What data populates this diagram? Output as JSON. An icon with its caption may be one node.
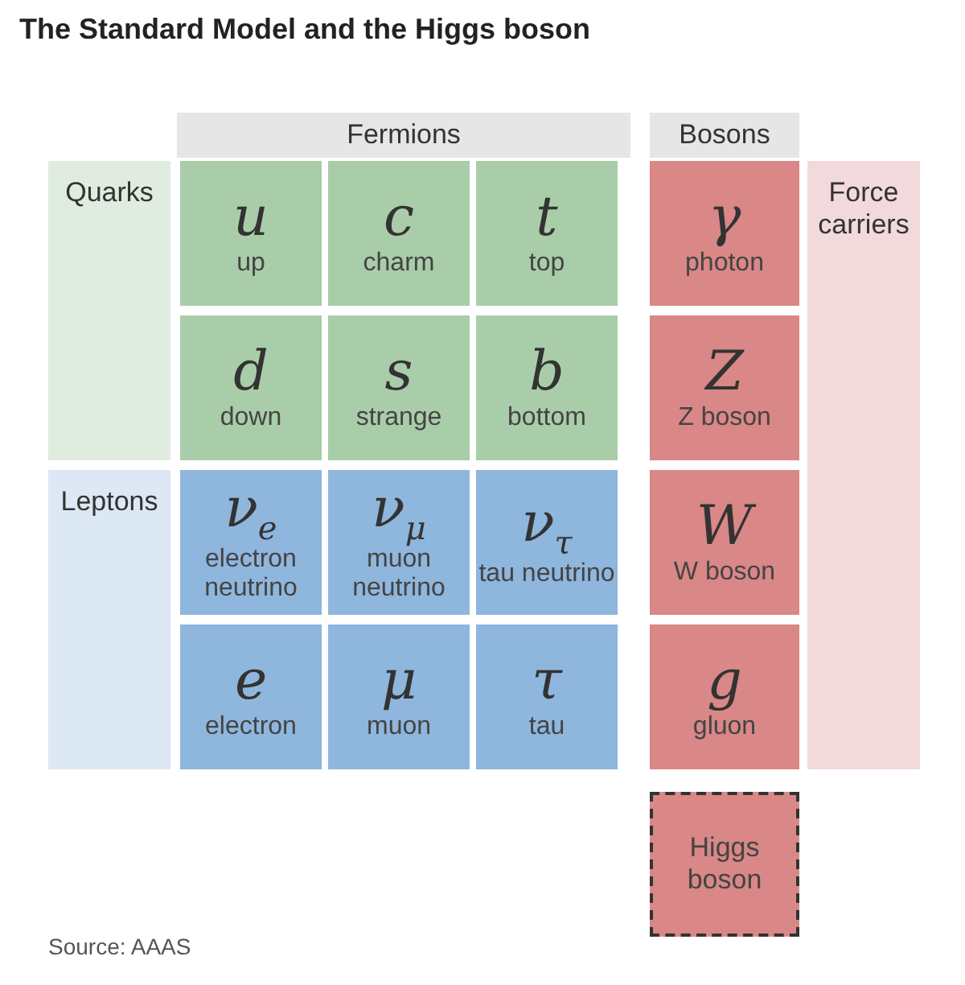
{
  "diagram": {
    "title": "The Standard Model and the Higgs boson",
    "caption": "Source: AAAS",
    "nodes": [
      {
        "text": [
          "Fermions"
        ]
      },
      {
        "text": [
          "Bosons"
        ]
      },
      {
        "text": [
          "Quarks"
        ]
      },
      {
        "text": [
          "u",
          "up"
        ]
      },
      {
        "text": [
          "c",
          "charm"
        ]
      },
      {
        "text": [
          "t",
          "top"
        ]
      },
      {
        "text": [
          "γ",
          "photon"
        ]
      },
      {
        "text": [
          "Force carriers"
        ]
      },
      {
        "text": [
          "d",
          "down"
        ]
      },
      {
        "text": [
          "s",
          "strange"
        ]
      },
      {
        "text": [
          "b",
          "bottom"
        ]
      },
      {
        "text": [
          "Z",
          "Z boson"
        ]
      },
      {
        "text": [
          "Leptons"
        ]
      },
      {
        "text": [
          "ν$_{e}$",
          "electron neutrino"
        ]
      },
      {
        "text": [
          "ν$_{μ}$",
          "muon neutrino"
        ]
      },
      {
        "text": [
          "ν$_{τ}$",
          "tau neutrino"
        ]
      },
      {
        "text": [
          "W",
          "W boson"
        ]
      },
      {
        "text": [
          "e",
          "electron"
        ]
      },
      {
        "text": [
          "μ",
          "muon"
        ]
      },
      {
        "text": [
          "τ",
          "tau"
        ]
      },
      {
        "text": [
          "g",
          "gluon"
        ]
      },
      {
        "text": [
          "Higgs boson"
        ]
      }
    ]
  }
}
